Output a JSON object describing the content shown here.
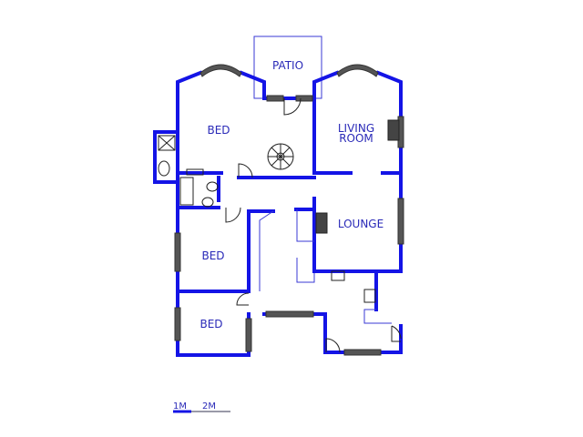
{
  "rooms": {
    "patio": "PATIO",
    "bed_top": "BED",
    "living_line1": "LIVING",
    "living_line2": "ROOM",
    "lounge": "LOUNGE",
    "bed_middle": "BED",
    "bed_bottom": "BED"
  },
  "scale": {
    "label_1": "1M",
    "label_2": "2M"
  },
  "colors": {
    "wall": "#1414e6",
    "label": "#2a2ab8",
    "window": "#555555"
  }
}
